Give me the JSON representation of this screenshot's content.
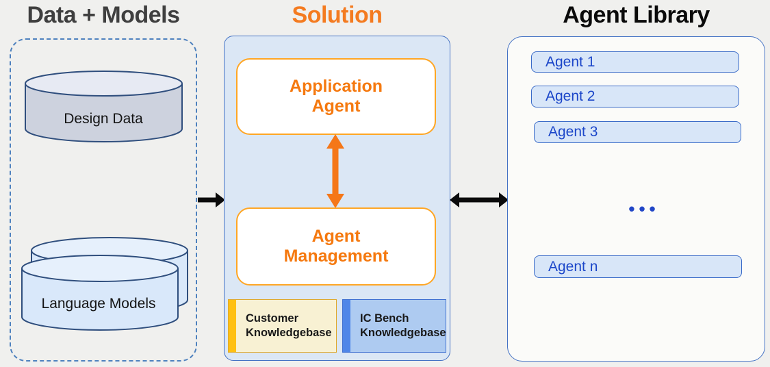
{
  "diagram": {
    "left": {
      "title": "Data + Models",
      "design_data_label": "Design Data",
      "language_models_label": "Language Models"
    },
    "middle": {
      "title": "Solution",
      "application_agent_label": "Application Agent",
      "agent_management_label": "Agent Management",
      "customer_kb_label": "Customer Knowledgebase",
      "icbench_kb_label": "IC Bench Knowledgebase"
    },
    "right": {
      "title": "Agent Library",
      "agents": [
        "Agent 1",
        "Agent 2",
        "Agent 3"
      ],
      "ellipsis": "•••",
      "agent_n_label": "Agent n"
    },
    "colors": {
      "background": "#F0F0EE",
      "title_gray": "#3F3F3F",
      "title_orange": "#F47B20",
      "title_black": "#0A0A0A",
      "accent_orange_text": "#F5790F",
      "accent_orange_arrow": "#F57718",
      "agent_box_border": "#FFA624",
      "container_border_blue": "#4472C4",
      "solution_fill": "#DBE7F5",
      "library_fill": "#FBFBF9",
      "agent_button_fill": "#D8E6F8",
      "agent_button_border": "#3A6BC8",
      "agent_button_text": "#1B46C9",
      "kb_yellow_fill": "#F8F1D3",
      "kb_yellow_stripe": "#FFC011",
      "kb_blue_fill": "#AECBF1",
      "kb_blue_stripe": "#4F86E8",
      "cylinder_gray_body": "#CDD2DE",
      "cylinder_gray_top": "#E7EAF3",
      "cylinder_blue_body": "#D9E8FA",
      "cylinder_blue_top": "#E6F0FC",
      "cylinder_outline": "#2F4E7D",
      "dashed_border": "#4E81BE",
      "flow_arrow_black": "#0B0B0B"
    }
  }
}
